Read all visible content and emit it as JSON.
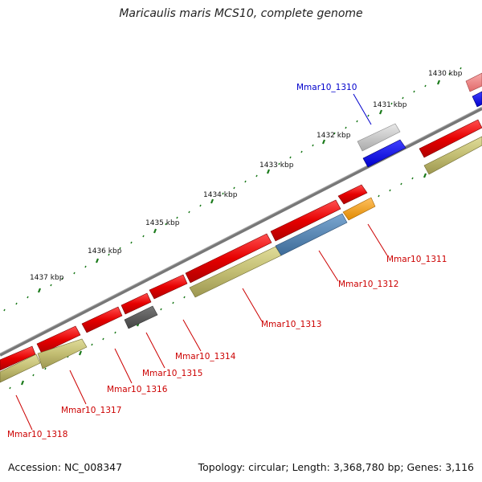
{
  "title": "Maricaulis maris MCS10, complete genome",
  "accession": "Accession: NC_008347",
  "topology": "Topology: circular; Length: 3,368,780 bp; Genes: 3,116",
  "colors": {
    "forward_gene": "#e60000",
    "reverse_gene": "#c2bd72",
    "highlight": "#0000ee",
    "rna_like": "#c8c8c8",
    "gray_gene": "#555555",
    "steelblue_gene": "#4f7fae",
    "orange_gene": "#f0a020",
    "pink_gene": "#f08080",
    "backbone": "#777777",
    "tick": "#1a7a1a",
    "label_red": "#cc0000",
    "label_blue": "#0000cc"
  },
  "kbp_labels": [
    "1430 kbp",
    "1431 kbp",
    "1432 kbp",
    "1433 kbp",
    "1434 kbp",
    "1435 kbp",
    "1436 kbp",
    "1437 kbp"
  ],
  "gene_labels": {
    "blue": "Mmar10_1310",
    "red": [
      "Mmar10_1311",
      "Mmar10_1312",
      "Mmar10_1313",
      "Mmar10_1314",
      "Mmar10_1315",
      "Mmar10_1316",
      "Mmar10_1317",
      "Mmar10_1318"
    ]
  }
}
